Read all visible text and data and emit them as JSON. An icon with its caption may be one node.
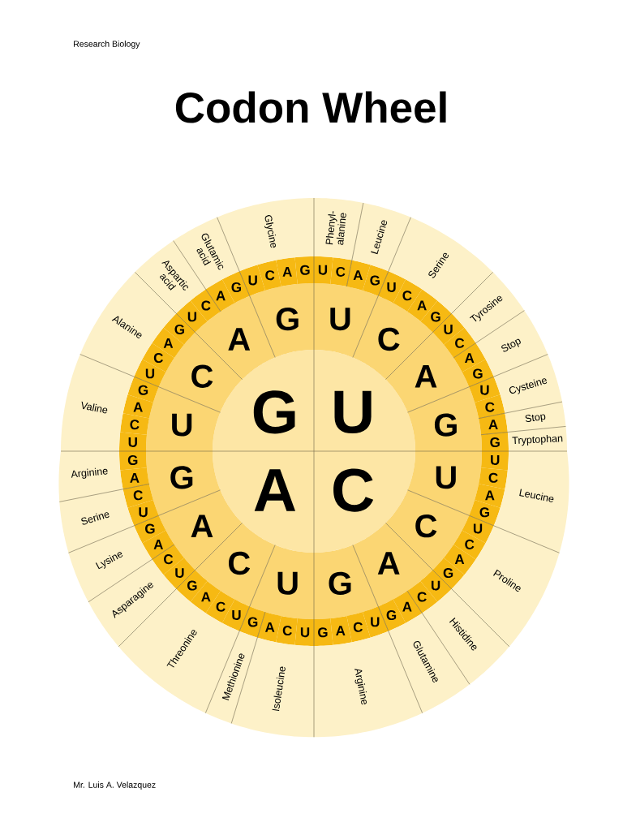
{
  "diagram": {
    "title": "Codon Wheel",
    "nodes": [
      {
        "text": [
          "U"
        ]
      },
      {
        "text": [
          "C"
        ]
      },
      {
        "text": [
          "A"
        ]
      },
      {
        "text": [
          "G"
        ]
      },
      {
        "text": [
          "U"
        ]
      },
      {
        "text": [
          "C"
        ]
      },
      {
        "text": [
          "A"
        ]
      },
      {
        "text": [
          "G"
        ]
      },
      {
        "text": [
          "U"
        ]
      },
      {
        "text": [
          "C"
        ]
      },
      {
        "text": [
          "A"
        ]
      },
      {
        "text": [
          "G"
        ]
      },
      {
        "text": [
          "U"
        ]
      },
      {
        "text": [
          "C"
        ]
      },
      {
        "text": [
          "A"
        ]
      },
      {
        "text": [
          "G"
        ]
      },
      {
        "text": [
          "U"
        ]
      },
      {
        "text": [
          "C"
        ]
      },
      {
        "text": [
          "A"
        ]
      },
      {
        "text": [
          "G"
        ]
      },
      {
        "text": [
          "U"
        ]
      },
      {
        "text": [
          "C"
        ]
      },
      {
        "text": [
          "A"
        ]
      },
      {
        "text": [
          "G"
        ]
      },
      {
        "text": [
          "U"
        ]
      },
      {
        "text": [
          "C"
        ]
      },
      {
        "text": [
          "A"
        ]
      },
      {
        "text": [
          "G"
        ]
      },
      {
        "text": [
          "U"
        ]
      },
      {
        "text": [
          "C"
        ]
      },
      {
        "text": [
          "A"
        ]
      },
      {
        "text": [
          "G"
        ]
      },
      {
        "text": [
          "U"
        ]
      },
      {
        "text": [
          "C"
        ]
      },
      {
        "text": [
          "A"
        ]
      },
      {
        "text": [
          "G"
        ]
      },
      {
        "text": [
          "U"
        ]
      },
      {
        "text": [
          "C"
        ]
      },
      {
        "text": [
          "A"
        ]
      },
      {
        "text": [
          "G"
        ]
      },
      {
        "text": [
          "U"
        ]
      },
      {
        "text": [
          "C"
        ]
      },
      {
        "text": [
          "A"
        ]
      },
      {
        "text": [
          "G"
        ]
      },
      {
        "text": [
          "U"
        ]
      },
      {
        "text": [
          "C"
        ]
      },
      {
        "text": [
          "A"
        ]
      },
      {
        "text": [
          "G"
        ]
      },
      {
        "text": [
          "U"
        ]
      },
      {
        "text": [
          "C"
        ]
      },
      {
        "text": [
          "A"
        ]
      },
      {
        "text": [
          "G"
        ]
      },
      {
        "text": [
          "U"
        ]
      },
      {
        "text": [
          "C"
        ]
      },
      {
        "text": [
          "A"
        ]
      },
      {
        "text": [
          "G"
        ]
      },
      {
        "text": [
          "U"
        ]
      },
      {
        "text": [
          "C"
        ]
      },
      {
        "text": [
          "A"
        ]
      },
      {
        "text": [
          "G"
        ]
      },
      {
        "text": [
          "U"
        ]
      },
      {
        "text": [
          "C"
        ]
      },
      {
        "text": [
          "A"
        ]
      },
      {
        "text": [
          "G"
        ]
      },
      {
        "text": [
          "U"
        ]
      },
      {
        "text": [
          "C"
        ]
      },
      {
        "text": [
          "A"
        ]
      },
      {
        "text": [
          "G"
        ]
      },
      {
        "text": [
          "U"
        ]
      },
      {
        "text": [
          "C"
        ]
      },
      {
        "text": [
          "A"
        ]
      },
      {
        "text": [
          "G"
        ]
      },
      {
        "text": [
          "U"
        ]
      },
      {
        "text": [
          "C"
        ]
      },
      {
        "text": [
          "A"
        ]
      },
      {
        "text": [
          "G"
        ]
      },
      {
        "text": [
          "U"
        ]
      },
      {
        "text": [
          "C"
        ]
      },
      {
        "text": [
          "A"
        ]
      },
      {
        "text": [
          "G"
        ]
      },
      {
        "text": [
          "U"
        ]
      },
      {
        "text": [
          "C"
        ]
      },
      {
        "text": [
          "A"
        ]
      },
      {
        "text": [
          "G"
        ]
      },
      {
        "text": [
          "Phenyl- alanine"
        ]
      },
      {
        "text": [
          "Leucine"
        ]
      },
      {
        "text": [
          "Serine"
        ]
      },
      {
        "text": [
          "Tyrosine"
        ]
      },
      {
        "text": [
          "Stop"
        ]
      },
      {
        "text": [
          "Cysteine"
        ]
      },
      {
        "text": [
          "Stop"
        ]
      },
      {
        "text": [
          "Tryptophan"
        ]
      },
      {
        "text": [
          "Leucine"
        ]
      },
      {
        "text": [
          "Proline"
        ]
      },
      {
        "text": [
          "Histidine"
        ]
      },
      {
        "text": [
          "Glutamine"
        ]
      },
      {
        "text": [
          "Arginine"
        ]
      },
      {
        "text": [
          "Isoleucine"
        ]
      },
      {
        "text": [
          "Methionine"
        ]
      },
      {
        "text": [
          "Threonine"
        ]
      },
      {
        "text": [
          "Asparagine"
        ]
      },
      {
        "text": [
          "Lysine"
        ]
      },
      {
        "text": [
          "Serine"
        ]
      },
      {
        "text": [
          "Arginine"
        ]
      },
      {
        "text": [
          "Valine"
        ]
      },
      {
        "text": [
          "Alanine"
        ]
      },
      {
        "text": [
          "Aspartic acid"
        ]
      },
      {
        "text": [
          "Glutamic acid"
        ]
      },
      {
        "text": [
          "Glycine"
        ]
      }
    ],
    "labels": [
      "Research Biology",
      "Mr. Luis A. Velazquez"
    ]
  }
}
